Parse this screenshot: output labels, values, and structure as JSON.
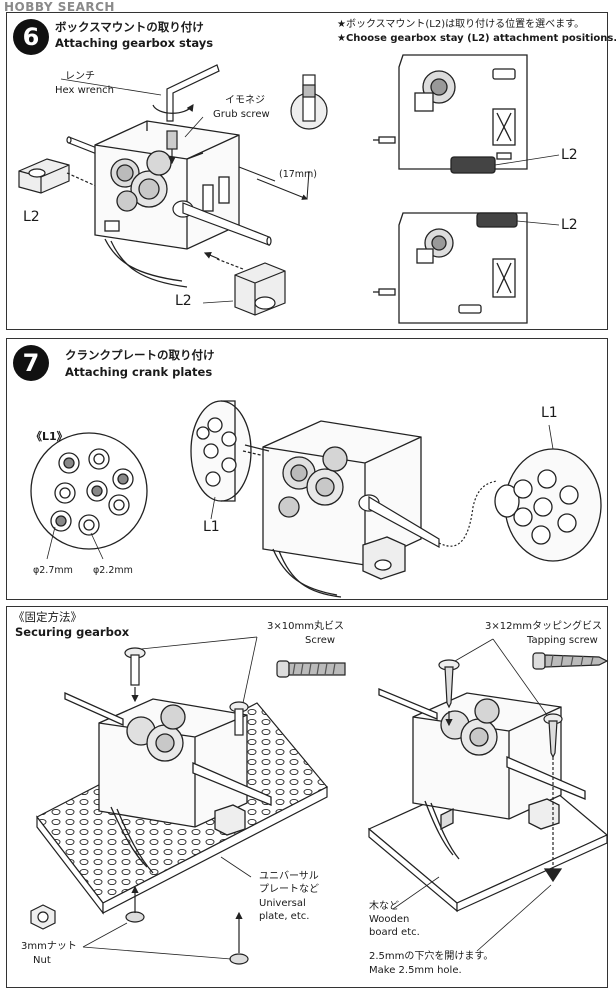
{
  "watermark": "HOBBY SEARCH",
  "step6": {
    "number": "6",
    "title_jp": "ボックスマウントの取り付け",
    "title_en": "Attaching gearbox stays",
    "note_jp": "★ボックスマウント(L2)は取り付ける位置を選べます。",
    "note_en": "★Choose gearbox stay (L2) attachment positions.",
    "wrench_jp": "レンチ",
    "wrench_en": "Hex  wrench",
    "grub_jp": "イモネジ",
    "grub_en": "Grub screw",
    "dimension": "(17mm)",
    "part_left": "L2",
    "part_bottom": "L2",
    "part_top_right": "L2",
    "part_bottom_right": "L2"
  },
  "step7": {
    "number": "7",
    "title_jp": "クランクプレートの取り付け",
    "title_en": "Attaching crank plates",
    "detail_label": "《L1》",
    "hole_large": "φ2.7mm",
    "hole_small": "φ2.2mm",
    "part_left": "L1",
    "part_right": "L1"
  },
  "step8": {
    "title_jp": "《固定方法》",
    "title_en": "Securing gearbox",
    "screw_jp": "3×10mm丸ビス",
    "screw_en": "Screw",
    "tap_jp": "3×12mmタッピングビス",
    "tap_en": "Tapping screw",
    "nut_jp": "3mmナット",
    "nut_en": "Nut",
    "plate_jp1": "ユニバーサル",
    "plate_jp2": "プレートなど",
    "plate_en1": "Universal",
    "plate_en2": "plate, etc.",
    "board_jp": "木など",
    "board_en1": "Wooden",
    "board_en2": "board etc.",
    "hole_jp": "2.5mmの下穴を開けます。",
    "hole_en": "Make 2.5mm hole."
  }
}
